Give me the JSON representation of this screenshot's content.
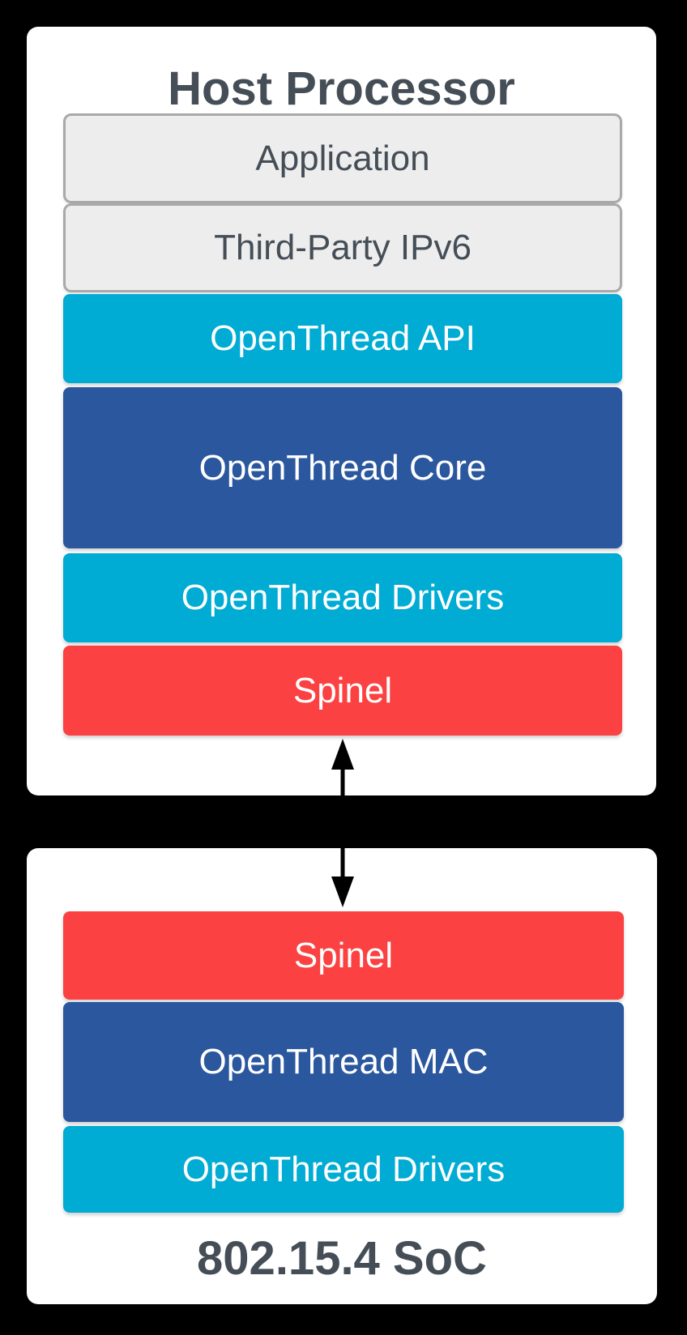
{
  "diagram": {
    "background_color": "#000000",
    "panel_color": "#ffffff",
    "title_text_color": "#454e57",
    "layer_colors": {
      "gray_fill": "#ededed",
      "gray_border": "#a9a9a9",
      "cyan": "#00abd4",
      "blue": "#2b579e",
      "red": "#fb4141",
      "layer_text": "#ffffff"
    },
    "panels": [
      {
        "title": "Host Processor",
        "title_position": "top",
        "layers": [
          {
            "label": "Application",
            "color": "gray"
          },
          {
            "label": "Third-Party IPv6",
            "color": "gray"
          },
          {
            "label": "OpenThread API",
            "color": "cyan"
          },
          {
            "label": "OpenThread Core",
            "color": "blue"
          },
          {
            "label": "OpenThread Drivers",
            "color": "cyan"
          },
          {
            "label": "Spinel",
            "color": "red"
          }
        ]
      },
      {
        "title": "802.15.4 SoC",
        "title_position": "bottom",
        "layers": [
          {
            "label": "Spinel",
            "color": "red"
          },
          {
            "label": "OpenThread MAC",
            "color": "blue"
          },
          {
            "label": "OpenThread Drivers",
            "color": "cyan"
          }
        ]
      }
    ],
    "connector": {
      "type": "vertical-double-headed-arrow",
      "color": "#000000",
      "connects": [
        "Spinel (Host Processor)",
        "Spinel (802.15.4 SoC)"
      ]
    }
  }
}
